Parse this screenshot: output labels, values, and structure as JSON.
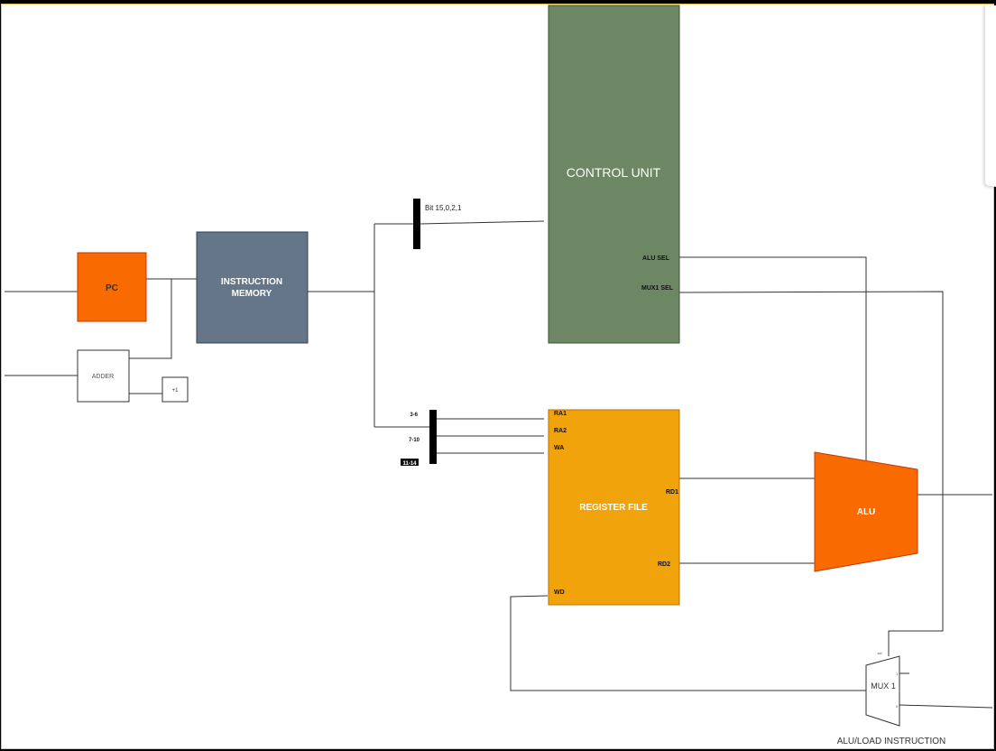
{
  "blocks": {
    "pc": "PC",
    "instruction_memory_line1": "INSTRUCTION",
    "instruction_memory_line2": "MEMORY",
    "control_unit": "CONTROL UNIT",
    "register_file": "REGISTER FILE",
    "alu": "ALU",
    "adder": "ADDER",
    "plus_one": "+1",
    "mux1": "MUX 1"
  },
  "control_unit_ports": {
    "alu_sel": "ALU SEL",
    "mux1_sel": "MUX1 SEL"
  },
  "register_file_ports": {
    "ra1": "RA1",
    "ra2": "RA2",
    "wa": "WA",
    "rd1": "RD1",
    "rd2": "RD2",
    "wd": "WD"
  },
  "bit_labels": {
    "control_bits": "Bit 15,0,2,1",
    "ra1_bits": "3-6",
    "ra2_bits": "7-10",
    "wa_bits": "11-14"
  },
  "mux_ports": {
    "sel": "sel",
    "in1": "1",
    "in0": "0"
  },
  "annotations": {
    "mux_caption": "ALU/LOAD INSTRUCTION"
  },
  "colors": {
    "pc": "#f96a00",
    "instruction_memory": "#647687",
    "control_unit": "#6d8764",
    "register_file": "#f0a30a",
    "alu": "#f96a00",
    "wire": "#333333",
    "bus_bar": "#000000"
  }
}
